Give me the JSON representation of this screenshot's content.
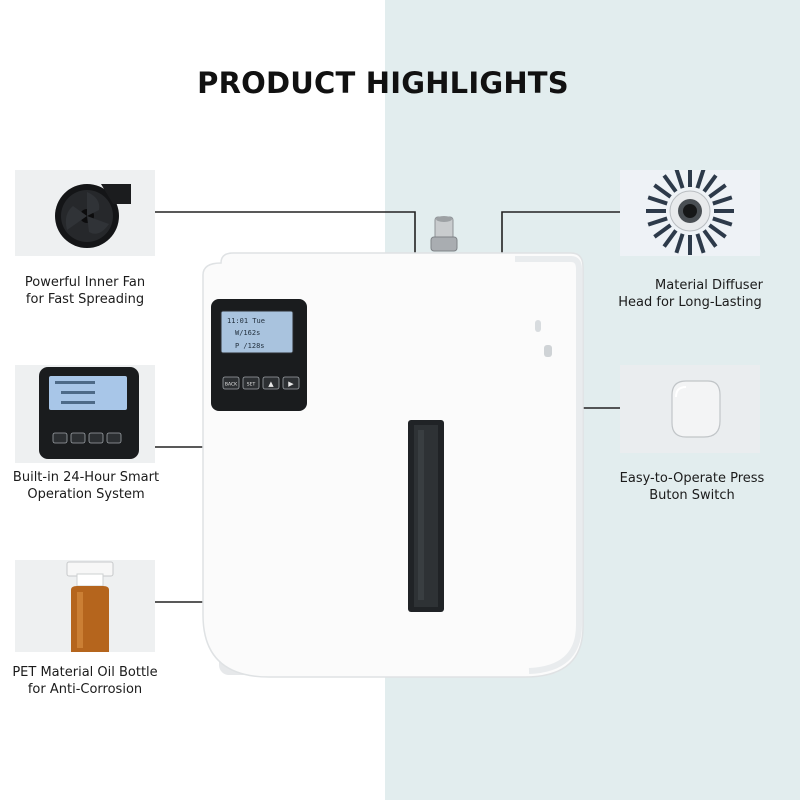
{
  "page": {
    "title": "PRODUCT HIGHLIGHTS"
  },
  "colors": {
    "left_background": "#ffffff",
    "right_background": "#e2edee",
    "text": "#111111",
    "device": "#fafafa",
    "accent_bottle": "#b5651d"
  },
  "features": [
    {
      "id": "fan",
      "icon": "fan-icon",
      "lines": [
        "Powerful Inner Fan",
        "for Fast Spreading"
      ]
    },
    {
      "id": "control",
      "icon": "control-panel-icon",
      "lines": [
        "Built-in 24-Hour Smart",
        "Operation System"
      ]
    },
    {
      "id": "bottle",
      "icon": "oil-bottle-icon",
      "lines": [
        "PET Material Oil Bottle",
        "for Anti-Corrosion"
      ]
    },
    {
      "id": "diffuser-head",
      "icon": "diffuser-head-icon",
      "lines": [
        "Material Diffuser",
        "Head for Long-Lasting"
      ]
    },
    {
      "id": "press-button",
      "icon": "press-button-icon",
      "lines": [
        "Easy-to-Operate Press",
        "Buton Switch"
      ]
    }
  ],
  "screen": {
    "lines": [
      "11:01 Tue",
      "W/162s",
      "P /128s"
    ],
    "buttons": [
      "BACK",
      "SET",
      "▲",
      "▶"
    ]
  }
}
